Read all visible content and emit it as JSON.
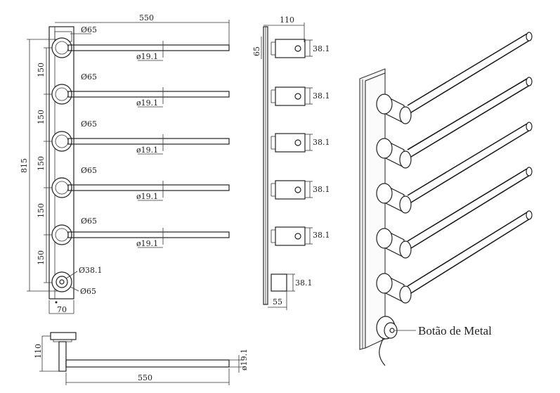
{
  "front_view": {
    "width_label": "550",
    "base_width_label": "70",
    "height_label": "815",
    "spacing_labels": [
      "150",
      "150",
      "150",
      "150",
      "150"
    ],
    "circle_labels": [
      "Ø65",
      "Ø65",
      "Ø65",
      "Ø65",
      "Ø65"
    ],
    "bar_labels": [
      "ø19.1",
      "ø19.1",
      "ø19.1",
      "ø19.1",
      "ø19.1"
    ],
    "button_label": "Ø38.1",
    "bottom_circle_label": "Ø65"
  },
  "side_view": {
    "top_width_label": "110",
    "top_height_label": "65",
    "pivot_labels": [
      "38.1",
      "38.1",
      "38.1",
      "38.1",
      "38.1"
    ],
    "button_label": "38.1",
    "bottom_width_label": "55"
  },
  "top_view": {
    "height_label": "110",
    "length_label": "550",
    "bar_label": "ø19.1"
  },
  "perspective_view": {
    "callout_label": "Botão de Metal"
  }
}
